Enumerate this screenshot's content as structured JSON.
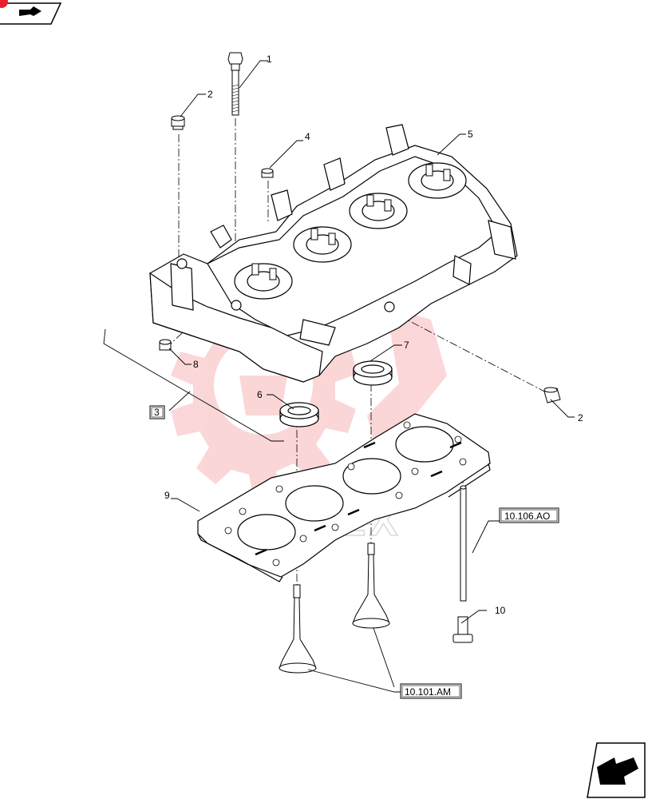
{
  "callouts": {
    "c1": "1",
    "c2a": "2",
    "c2b": "2",
    "c3": "3",
    "c4": "4",
    "c5": "5",
    "c6": "6",
    "c7": "7",
    "c8": "8",
    "c9": "9",
    "c10": "10"
  },
  "references": {
    "r1": "10.106.AO",
    "r2": "10.101.AM"
  },
  "watermark": {
    "text": "АЛТЕХ",
    "color": "#e8202a"
  },
  "icons": {
    "corner_top_left": "folder-arrow-icon",
    "corner_bottom_right": "next-page-arrow-icon"
  }
}
